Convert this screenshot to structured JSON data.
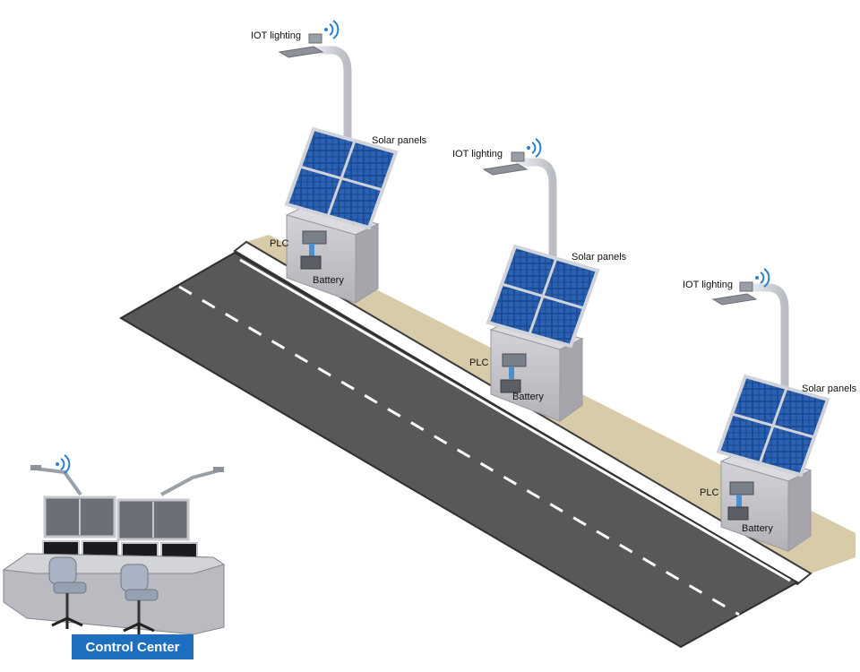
{
  "units": [
    {
      "iot_label": "IOT lighting",
      "solar_label": "Solar panels",
      "plc_label": "PLC",
      "battery_label": "Battery"
    },
    {
      "iot_label": "IOT lighting",
      "solar_label": "Solar panels",
      "plc_label": "PLC",
      "battery_label": "Battery"
    },
    {
      "iot_label": "IOT lighting",
      "solar_label": "Solar panels",
      "plc_label": "PLC",
      "battery_label": "Battery"
    }
  ],
  "control_center": {
    "label": "Control Center"
  },
  "colors": {
    "road": "#58585b",
    "road_edge": "#3a3a3c",
    "lane_marking": "#ffffff",
    "sidewalk": "#d6c8a6",
    "cabinet": "#c7c6cc",
    "solar_cell": "#1f4f9a",
    "solar_frame": "#cfd3da",
    "label_bg": "#1e6fbf"
  }
}
